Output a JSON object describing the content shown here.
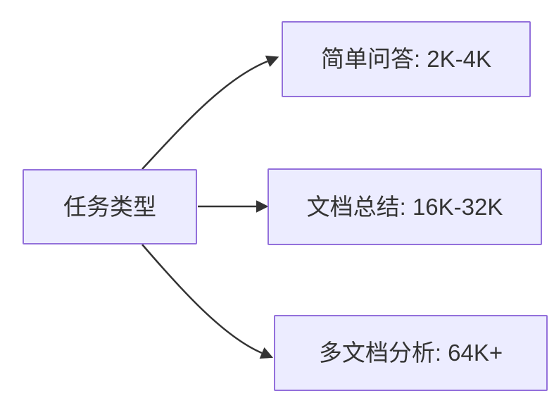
{
  "diagram": {
    "type": "flowchart",
    "direction": "LR",
    "nodes": {
      "root": {
        "id": "root",
        "label": "任务类型"
      },
      "simple_qa": {
        "id": "simple_qa",
        "label": "简单问答: 2K-4K"
      },
      "doc_summary": {
        "id": "doc_summary",
        "label": "文档总结: 16K-32K"
      },
      "multi_doc": {
        "id": "multi_doc",
        "label": "多文档分析: 64K+"
      }
    },
    "edges": [
      {
        "from": "root",
        "to": "simple_qa"
      },
      {
        "from": "root",
        "to": "doc_summary"
      },
      {
        "from": "root",
        "to": "multi_doc"
      }
    ],
    "colors": {
      "background": "#ffffff",
      "node_fill": "#ECECFF",
      "node_border": "#9370DB",
      "edge": "#333333",
      "text": "#333333"
    }
  }
}
